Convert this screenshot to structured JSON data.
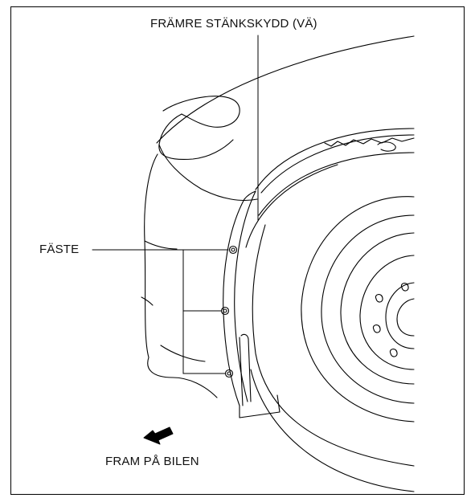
{
  "labels": {
    "mudguard": "FRÄMRE STÄNKSKYDD (VÄ)",
    "fastener": "FÄSTE",
    "front": "FRAM PÅ BILEN"
  },
  "colors": {
    "line": "#000000",
    "background": "#ffffff"
  },
  "icons": {
    "direction": "arrow-left-icon"
  }
}
